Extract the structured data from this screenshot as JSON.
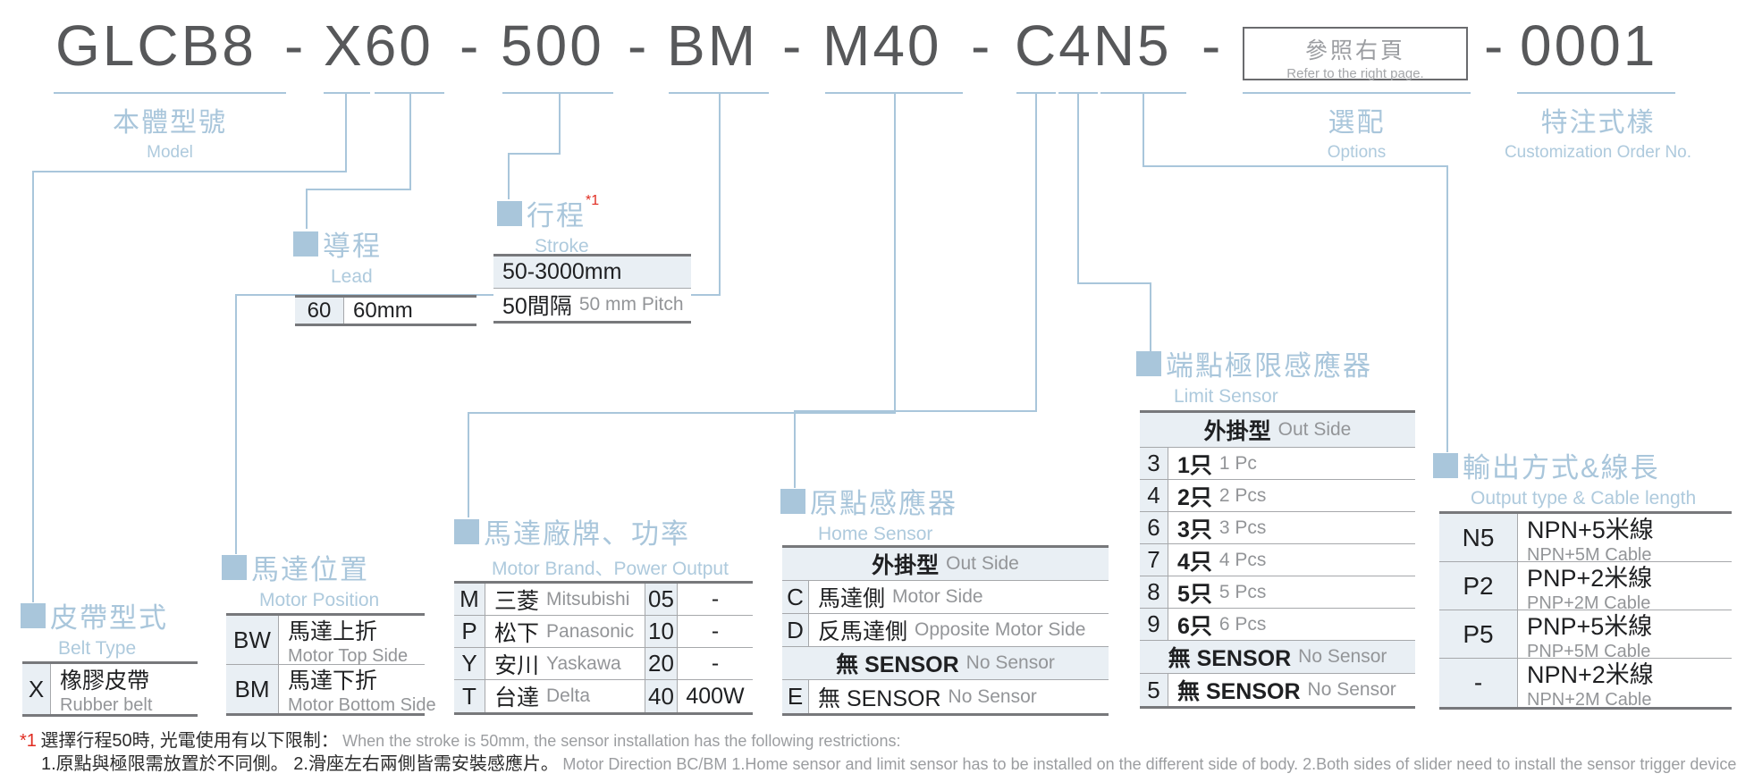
{
  "title": {
    "dash": "-",
    "parts": [
      "GLCB8",
      "X60",
      "500",
      "BM",
      "M40",
      "C4N5"
    ],
    "options_box": {
      "zh": "參照右頁",
      "en": "Refer to the right page."
    },
    "serial": "0001"
  },
  "top_labels": {
    "model": {
      "zh": "本體型號",
      "en": "Model"
    },
    "options": {
      "zh": "選配",
      "en": "Options"
    },
    "customization": {
      "zh": "特注式樣",
      "en": "Customization Order No."
    }
  },
  "sections": {
    "belt_type": {
      "zh": "皮帶型式",
      "en": "Belt Type",
      "rows": [
        {
          "code": "X",
          "zh": "橡膠皮帶",
          "en": "Rubber belt"
        }
      ]
    },
    "lead": {
      "zh": "導程",
      "en": "Lead",
      "rows": [
        {
          "code": "60",
          "desc": "60mm"
        }
      ]
    },
    "stroke": {
      "zh": "行程",
      "ref": "*1",
      "en": "Stroke",
      "range": "50-3000mm",
      "pitch_zh": "50間隔",
      "pitch_en": "50 mm Pitch"
    },
    "motor_position": {
      "zh": "馬達位置",
      "en": "Motor Position",
      "rows": [
        {
          "code": "BW",
          "zh": "馬達上折",
          "en": "Motor Top Side"
        },
        {
          "code": "BM",
          "zh": "馬達下折",
          "en": "Motor Bottom Side"
        }
      ]
    },
    "motor_brand": {
      "zh": "馬達廠牌、功率",
      "en": "Motor Brand、Power Output",
      "rows": [
        {
          "code": "M",
          "zh": "三菱",
          "en": "Mitsubishi",
          "power": "05",
          "watt": "-"
        },
        {
          "code": "P",
          "zh": "松下",
          "en": "Panasonic",
          "power": "10",
          "watt": "-"
        },
        {
          "code": "Y",
          "zh": "安川",
          "en": "Yaskawa",
          "power": "20",
          "watt": "-"
        },
        {
          "code": "T",
          "zh": "台達",
          "en": "Delta",
          "power": "40",
          "watt": "400W"
        }
      ]
    },
    "home_sensor": {
      "zh": "原點感應器",
      "en": "Home Sensor",
      "group1": {
        "zh": "外掛型",
        "en": "Out Side"
      },
      "rows": [
        {
          "code": "C",
          "zh": "馬達側",
          "en": "Motor Side"
        },
        {
          "code": "D",
          "zh": "反馬達側",
          "en": "Opposite Motor Side"
        }
      ],
      "group2": {
        "zh": "無 SENSOR",
        "en": "No Sensor"
      },
      "rows2": [
        {
          "code": "E",
          "zh": "無 SENSOR",
          "en": "No Sensor"
        }
      ]
    },
    "limit_sensor": {
      "zh": "端點極限感應器",
      "en": "Limit Sensor",
      "group1": {
        "zh": "外掛型",
        "en": "Out Side"
      },
      "rows": [
        {
          "code": "3",
          "zh": "1只",
          "en": "1 Pc"
        },
        {
          "code": "4",
          "zh": "2只",
          "en": "2 Pcs"
        },
        {
          "code": "6",
          "zh": "3只",
          "en": "3 Pcs"
        },
        {
          "code": "7",
          "zh": "4只",
          "en": "4 Pcs"
        },
        {
          "code": "8",
          "zh": "5只",
          "en": "5 Pcs"
        },
        {
          "code": "9",
          "zh": "6只",
          "en": "6 Pcs"
        }
      ],
      "group2": {
        "zh": "無 SENSOR",
        "en": "No Sensor"
      },
      "rows2": [
        {
          "code": "5",
          "zh": "無 SENSOR",
          "en": "No Sensor"
        }
      ]
    },
    "output": {
      "zh": "輸出方式&線長",
      "en": "Output type & Cable length",
      "rows": [
        {
          "code": "N5",
          "zh": "NPN+5米線",
          "en": "NPN+5M Cable"
        },
        {
          "code": "P2",
          "zh": "PNP+2米線",
          "en": "PNP+2M Cable"
        },
        {
          "code": "P5",
          "zh": "PNP+5米線",
          "en": "PNP+5M Cable"
        },
        {
          "code": "-",
          "zh": "NPN+2米線",
          "en": "NPN+2M Cable"
        }
      ]
    }
  },
  "footnote": {
    "ref": "*1",
    "line1_zh": "選擇行程50時, 光電使用有以下限制：",
    "line1_en": "When the stroke is 50mm, the sensor installation has  the following restrictions:",
    "line2_zh": "1.原點與極限需放置於不同側。 2.滑座左右兩側皆需安裝感應片。",
    "line2_en": "Motor Direction BC/BM 1.Home sensor and limit sensor has to be installed on the different side of body.  2.Both sides of slider need to install the sensor trigger device."
  },
  "colors": {
    "accent_blue": "#a9c6db",
    "title_gray": "#57585a",
    "text_black": "#1f2022",
    "text_gray": "#939598",
    "row_tint": "#e9eff4",
    "red": "#e02b20"
  }
}
